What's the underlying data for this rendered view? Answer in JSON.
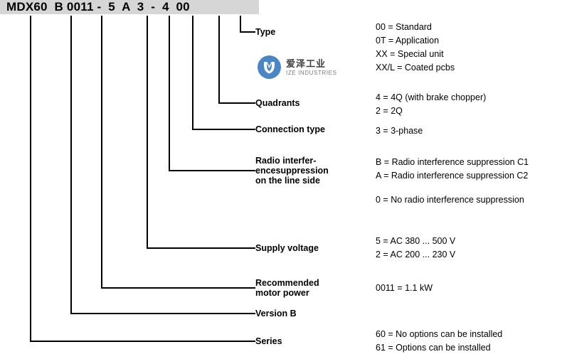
{
  "header": {
    "code": "MDX60  B 0011 -  5  A  3  -  4  00"
  },
  "logo": {
    "cn_name": "爱泽工业",
    "en_name": "IZE INDUSTRIES",
    "mark_color": "#4a86c5"
  },
  "rows": [
    {
      "key": "type",
      "label": "Type",
      "explanation": "00 = Standard\n0T = Application\nXX = Special unit\nXX/L = Coated pcbs"
    },
    {
      "key": "quadrants",
      "label": "Quadrants",
      "explanation": "4 = 4Q (with brake chopper)\n2 = 2Q"
    },
    {
      "key": "connection-type",
      "label": "Connection type",
      "explanation": "3 = 3-phase"
    },
    {
      "key": "radio-interference-suppression",
      "label": "Radio interfer-\nencesuppression\non the line side",
      "explanation": "B = Radio interference suppression C1\nA = Radio interference suppression C2"
    },
    {
      "key": "radio-interference-none",
      "label": "",
      "explanation": "0 = No radio interference suppression"
    },
    {
      "key": "supply-voltage",
      "label": "Supply voltage",
      "explanation": "5 = AC 380 ... 500 V\n2 = AC 200 ... 230 V"
    },
    {
      "key": "recommended-motor-power",
      "label": "Recommended\nmotor power",
      "explanation": "0011 = 1.1 kW"
    },
    {
      "key": "version",
      "label": "Version B",
      "explanation": ""
    },
    {
      "key": "series",
      "label": "Series",
      "explanation": "60 = No options can be installed\n61 = Options can be installed"
    }
  ]
}
